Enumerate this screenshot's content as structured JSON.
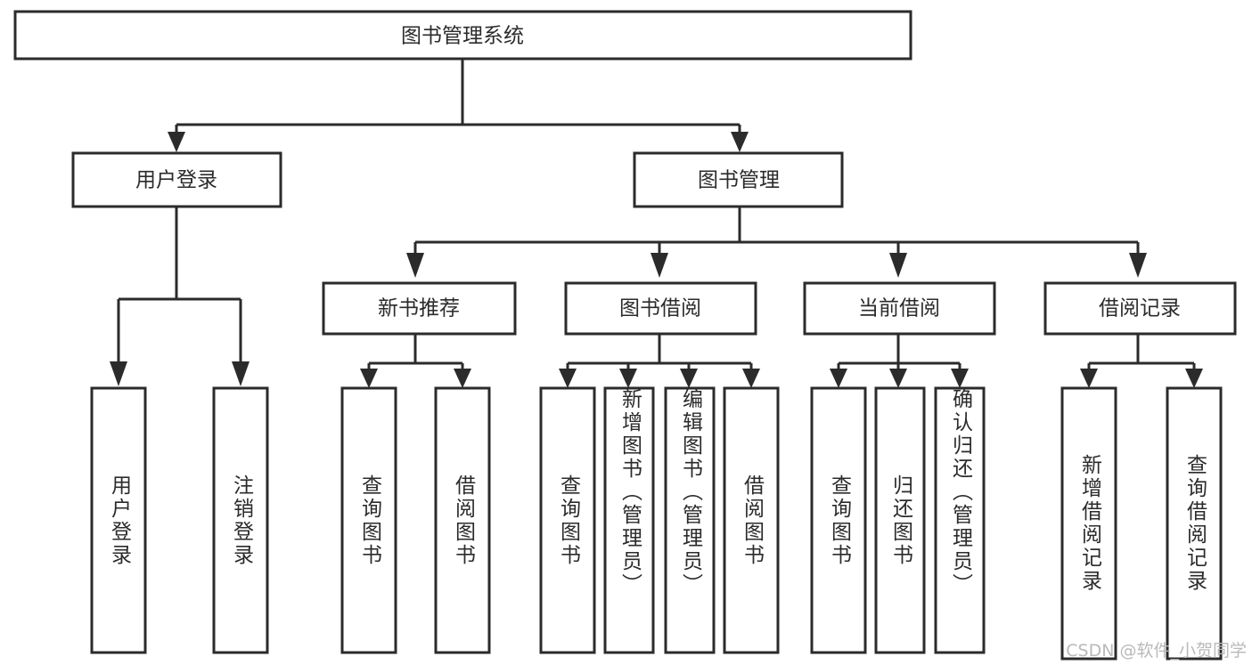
{
  "diagram": {
    "type": "tree-hierarchy",
    "title": "图书管理系统",
    "watermark": "CSDN @软件_小贺同学",
    "colors": {
      "stroke": "#2b2b2b",
      "fill": "#ffffff",
      "text": "#2b2b2b",
      "watermark": "#b9b9b9"
    },
    "root": {
      "label": "图书管理系统"
    },
    "level2": [
      {
        "id": "user-login",
        "label": "用户登录"
      },
      {
        "id": "book-management",
        "label": "图书管理"
      }
    ],
    "level3": [
      {
        "id": "new-book-recommend",
        "label": "新书推荐",
        "parent": "book-management"
      },
      {
        "id": "book-borrow",
        "label": "图书借阅",
        "parent": "book-management"
      },
      {
        "id": "current-borrow",
        "label": "当前借阅",
        "parent": "book-management"
      },
      {
        "id": "borrow-record",
        "label": "借阅记录",
        "parent": "book-management"
      }
    ],
    "leaves": [
      {
        "id": "leaf-user-login",
        "label": "用户登录",
        "parent": "user-login"
      },
      {
        "id": "leaf-logout-login",
        "label": "注销登录",
        "parent": "user-login"
      },
      {
        "id": "leaf-query-book-1",
        "label": "查询图书",
        "parent": "new-book-recommend"
      },
      {
        "id": "leaf-borrow-book-1",
        "label": "借阅图书",
        "parent": "new-book-recommend"
      },
      {
        "id": "leaf-query-book-2",
        "label": "查询图书",
        "parent": "book-borrow"
      },
      {
        "id": "leaf-add-book",
        "label": "新增图书（管理员）",
        "parent": "book-borrow"
      },
      {
        "id": "leaf-edit-book",
        "label": "编辑图书（管理员）",
        "parent": "book-borrow"
      },
      {
        "id": "leaf-borrow-book-2",
        "label": "借阅图书",
        "parent": "book-borrow"
      },
      {
        "id": "leaf-query-book-3",
        "label": "查询图书",
        "parent": "current-borrow"
      },
      {
        "id": "leaf-return-book",
        "label": "归还图书",
        "parent": "current-borrow"
      },
      {
        "id": "leaf-confirm-return",
        "label": "确认归还（管理员）",
        "parent": "current-borrow"
      },
      {
        "id": "leaf-add-record",
        "label": "新增借阅记录",
        "parent": "borrow-record"
      },
      {
        "id": "leaf-query-record",
        "label": "查询借阅记录",
        "parent": "borrow-record"
      }
    ]
  }
}
